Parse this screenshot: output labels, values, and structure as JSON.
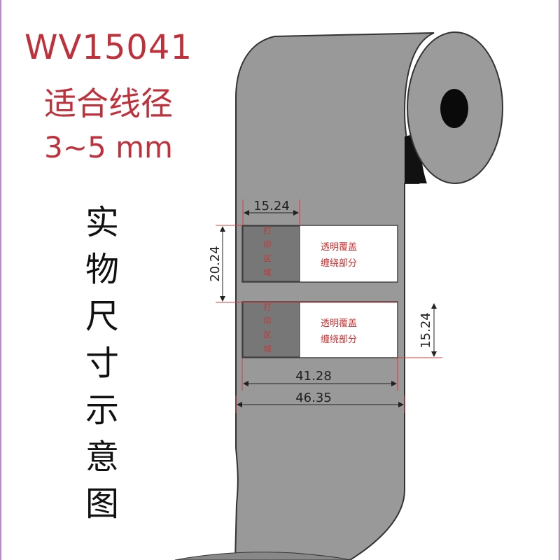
{
  "header": {
    "model": "WV15041",
    "fit_label": "适合线径",
    "diameter_range": "3~5 mm"
  },
  "caption": [
    "实",
    "物",
    "尺",
    "寸",
    "示",
    "意",
    "图"
  ],
  "labels": [
    {
      "print_area": [
        "打",
        "印",
        "区",
        "域"
      ],
      "transparent_text": [
        "透明覆盖",
        "缠绕部分"
      ]
    },
    {
      "print_area": [
        "打",
        "印",
        "区",
        "域"
      ],
      "transparent_text": [
        "透明覆盖",
        "缠绕部分"
      ]
    }
  ],
  "dimensions": {
    "print_width": "15.24",
    "label_height": "20.24",
    "print_height": "15.24",
    "label_width": "41.28",
    "roll_width": "46.35"
  },
  "colors": {
    "title": "#c0303a",
    "roll": "#999999",
    "print_area": "#777777",
    "dimension_line": "#d04040",
    "frame": "#b58cc8"
  }
}
